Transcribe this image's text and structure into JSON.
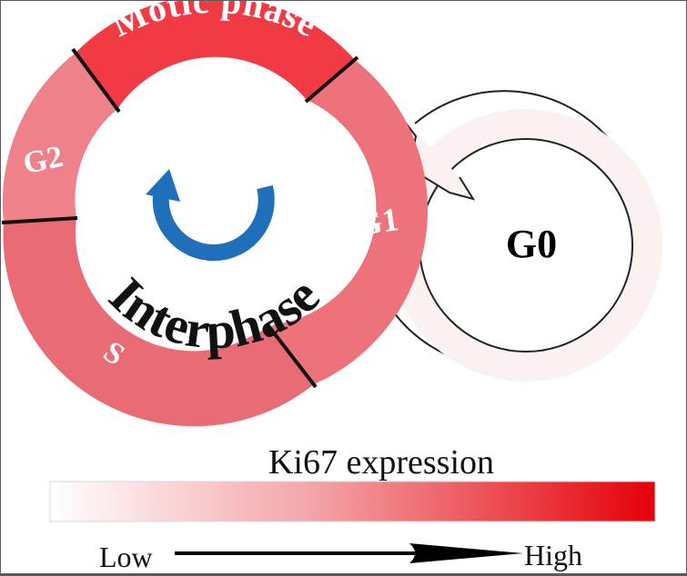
{
  "cycle": {
    "mitotic_label": "Motic phase",
    "g1_label": "G1",
    "g2_label": "G2",
    "s_label": "S",
    "interphase_label": "Interphase",
    "g0_label": "G0"
  },
  "legend": {
    "title": "Ki67 expression",
    "low_label": "Low",
    "high_label": "High"
  },
  "colors": {
    "ring_g1": "#ee7279",
    "ring_g2": "#ee8189",
    "ring_s": "#e96b73",
    "ring_mitotic": "#f23a44",
    "arrow_blue": "#1f6fba",
    "g0_fill": "#fbf1f1",
    "gradient_low": "#ffffff",
    "gradient_high": "#e50009"
  }
}
